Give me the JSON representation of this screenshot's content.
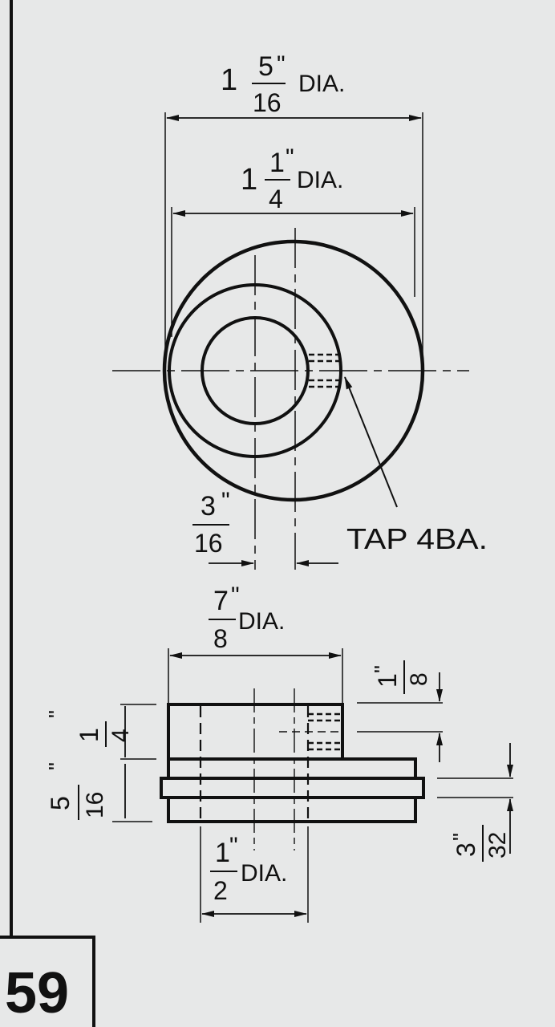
{
  "figure_number": "59",
  "top_view": {
    "outer_dia": {
      "whole": "1",
      "num": "5",
      "den": "16",
      "inch": "\"",
      "suffix": "DIA."
    },
    "inner_dia": {
      "whole": "1",
      "num": "1",
      "den": "4",
      "inch": "\"",
      "suffix": "DIA."
    },
    "offset": {
      "num": "3",
      "den": "16",
      "inch": "\""
    },
    "tap_label": "TAP 4BA."
  },
  "side_view": {
    "boss_dia": {
      "num": "7",
      "den": "8",
      "inch": "\"",
      "suffix": "DIA."
    },
    "bore_dia": {
      "num": "1",
      "den": "2",
      "inch": "\"",
      "suffix": "DIA."
    },
    "boss_height": {
      "num": "1",
      "den": "4",
      "inch": "\""
    },
    "total_height": {
      "num": "5",
      "den": "16",
      "inch": "\""
    },
    "hole_offset": {
      "num": "1",
      "den": "8",
      "inch": "\""
    },
    "flange_thickness": {
      "num": "3",
      "den": "32",
      "inch": "\""
    }
  },
  "colors": {
    "ink": "#111111",
    "paper": "#e7e8e8"
  }
}
